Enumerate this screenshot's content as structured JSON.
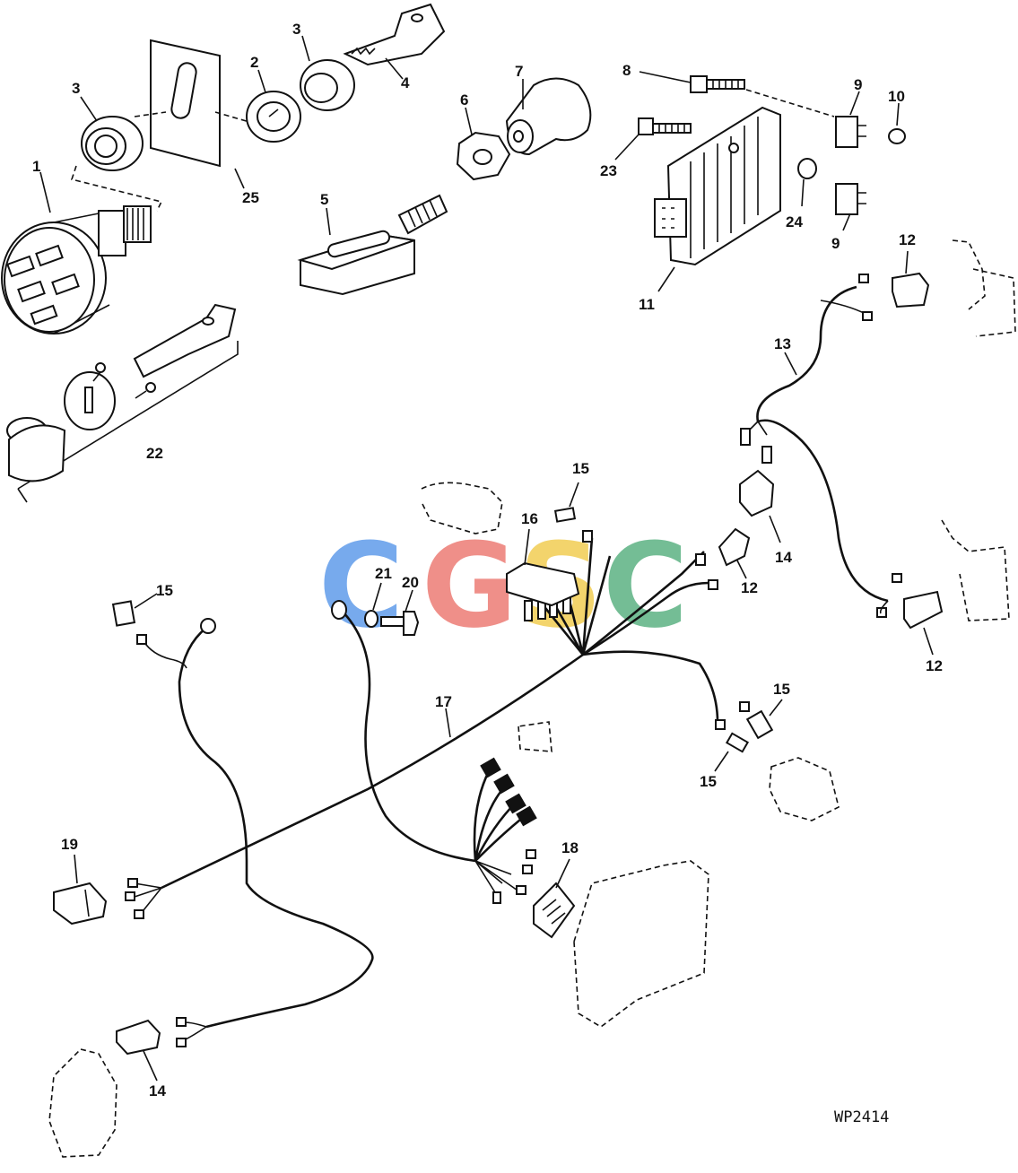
{
  "figure_id": "WP2414",
  "watermark": {
    "letters": [
      "C",
      "G",
      "S",
      "C"
    ],
    "colors": [
      "#4a8ee8",
      "#ea6a62",
      "#f0c63c",
      "#46a872"
    ]
  },
  "callouts": {
    "c1": "1",
    "c2": "2",
    "c3a": "3",
    "c3b": "3",
    "c4": "4",
    "c5": "5",
    "c6": "6",
    "c7": "7",
    "c8": "8",
    "c9a": "9",
    "c9b": "9",
    "c10": "10",
    "c11": "11",
    "c12a": "12",
    "c12b": "12",
    "c12c": "12",
    "c13": "13",
    "c14a": "14",
    "c14b": "14",
    "c15a": "15",
    "c15b": "15",
    "c15c": "15",
    "c15d": "15",
    "c16": "16",
    "c17": "17",
    "c18": "18",
    "c19": "19",
    "c20": "20",
    "c21": "21",
    "c22": "22",
    "c23": "23",
    "c24": "24",
    "c25": "25"
  }
}
